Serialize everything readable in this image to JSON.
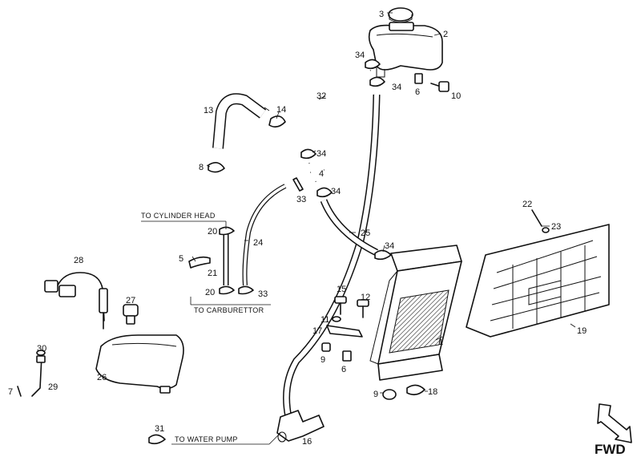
{
  "notes": {
    "cylinder_head": "TO CYLINDER HEAD",
    "carburettor": "TO CARBURETTOR",
    "water_pump": "TO WATER PUMP"
  },
  "direction": {
    "label": "FWD"
  },
  "callouts": {
    "c1": "1",
    "c2": "2",
    "c3": "3",
    "c4": "4",
    "c5": "5",
    "c6a": "6",
    "c6b": "6",
    "c7": "7",
    "c8": "8",
    "c9a": "9",
    "c9b": "9",
    "c10": "10",
    "c11": "11",
    "c12": "12",
    "c13": "13",
    "c14": "14",
    "c15": "15",
    "c16": "16",
    "c17": "17",
    "c18": "18",
    "c19": "19",
    "c20a": "20",
    "c20b": "20",
    "c21": "21",
    "c22": "22",
    "c23": "23",
    "c24": "24",
    "c25": "25",
    "c26": "26",
    "c27": "27",
    "c28": "28",
    "c29": "29",
    "c30": "30",
    "c31": "31",
    "c32": "32",
    "c33a": "33",
    "c33b": "33",
    "c34a": "34",
    "c34b": "34",
    "c34c": "34",
    "c34d": "34",
    "c34e": "34"
  },
  "icons": {
    "direction_arrow": "fwd-arrow-icon"
  }
}
